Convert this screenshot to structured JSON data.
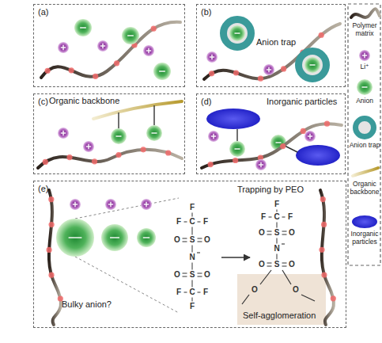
{
  "diagram": {
    "nodes": [
      {
        "text": [
          "(a)"
        ]
      },
      {
        "text": [
          "(b)"
        ]
      },
      {
        "text": [
          "(c)"
        ]
      },
      {
        "text": [
          "(d)"
        ]
      },
      {
        "text": [
          "(e)"
        ]
      },
      {
        "text": [
          "Self-agglomeration"
        ],
        "in": 4
      }
    ],
    "labels": [
      "Anion trap",
      "Organic backbone",
      "Inorganic particles",
      "Bulky anion?",
      "F",
      "F",
      "C",
      "F",
      "O",
      "S",
      "O",
      "N",
      "O",
      "S",
      "O",
      "F",
      "C",
      "F",
      "F",
      "Trapping by PEO",
      "F",
      "F",
      "C",
      "F",
      "O",
      "S",
      "O",
      "N",
      "O",
      "S",
      "O",
      "O",
      "O"
    ],
    "legend": [
      {
        "text": "Polymer matrix"
      },
      {
        "text": "Li⁺"
      },
      {
        "text": "Anion"
      },
      {
        "text": "Anion trap"
      },
      {
        "text": "Organic backbone"
      },
      {
        "text": "Inorganic particles"
      }
    ]
  }
}
